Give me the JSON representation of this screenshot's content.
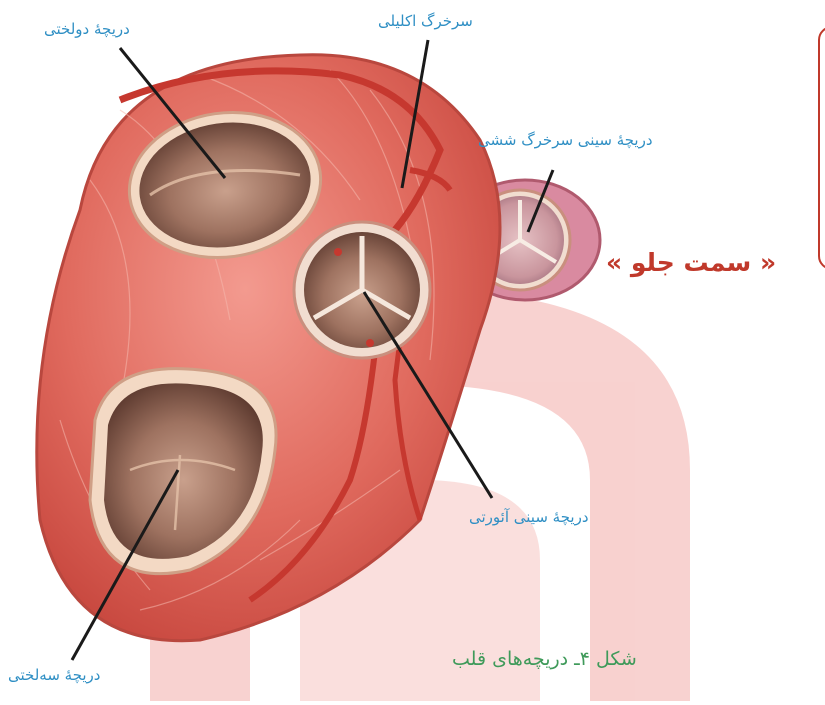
{
  "labels": {
    "mitral": "دریچهٔ دولختی",
    "coronary": "سرخرگ اکلیلی",
    "pulmonary": "دریچهٔ سینی سرخرگ ششی",
    "aortic": "دریچهٔ سینی آئورتی",
    "tricuspid": "دریچهٔ سه‌لختی"
  },
  "direction_label": "« سمت جلو »",
  "caption": "شکل ۴ـ دریچه‌های قلب",
  "colors": {
    "label_blue": "#2f8fc4",
    "accent_red": "#c0392b",
    "caption_green": "#3f9a5a",
    "heart_muscle": "#e06a5e"
  }
}
